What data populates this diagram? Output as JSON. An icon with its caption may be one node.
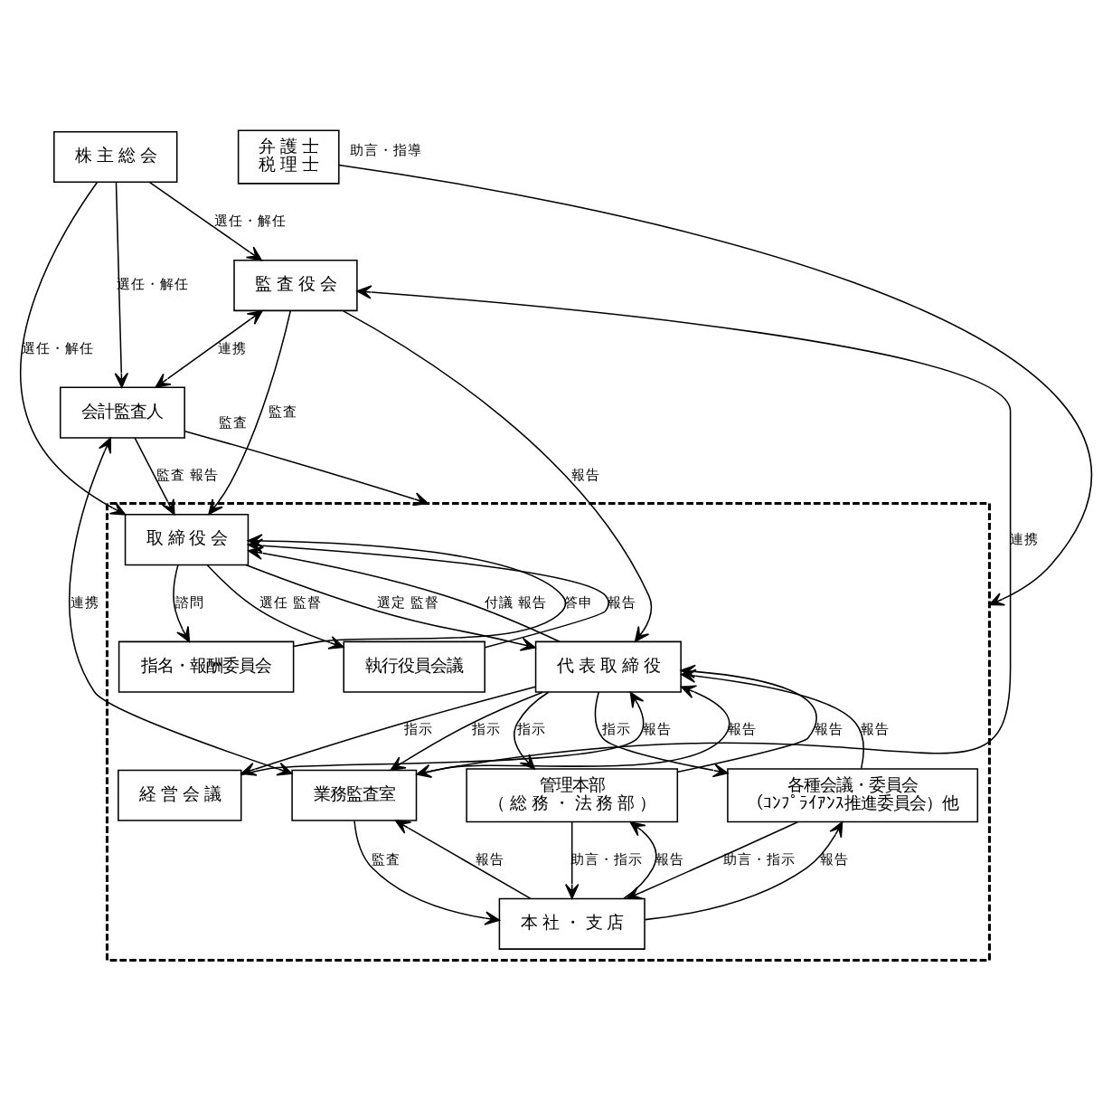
{
  "diagram": {
    "nodes": [
      {
        "text": [
          "株 主 総 会"
        ]
      },
      {
        "text": [
          "監 査 役 会"
        ]
      },
      {
        "text": [],
        "shape": "box"
      },
      {
        "text": [
          "取 締 役 会"
        ],
        "in": 2
      },
      {
        "text": [
          "会計監査人"
        ]
      },
      {
        "text": [
          "代 表 取 締 役"
        ],
        "in": 2
      },
      {
        "text": [
          "指名・報酬委員会"
        ],
        "in": 2
      },
      {
        "text": [
          "弁 護 士",
          "税 理 士"
        ]
      },
      {
        "text": [
          "執行役員会議"
        ],
        "in": 2
      },
      {
        "text": [
          "経 営 会 議"
        ],
        "in": 2
      },
      {
        "text": [
          "業務監査室"
        ],
        "in": 2
      },
      {
        "text": [
          "管理本部",
          "（ 総 務 ・ 法 務 部 ）"
        ],
        "in": 2
      },
      {
        "text": [
          "各種会議・委員会",
          "（ｺﾝﾌﾟﾗｲｱﾝｽ推進委員会）他"
        ],
        "in": 2
      },
      {
        "text": [
          "本 社 ・ 支 店"
        ],
        "in": 2
      }
    ],
    "edges": [
      {
        "from": 0,
        "to": 1,
        "arrow": "to",
        "label": "選任・解任"
      },
      {
        "from": 0,
        "to": 3,
        "arrow": "to",
        "label": "選任・解任"
      },
      {
        "from": 0,
        "to": 4,
        "arrow": "to",
        "label": "選任・解任"
      },
      {
        "from": 1,
        "to": 3,
        "arrow": "to",
        "label": "監査"
      },
      {
        "from": 4,
        "to": 3,
        "arrow": "to",
        "label": "監査 報告"
      },
      {
        "from": 4,
        "to": 2,
        "arrow": "to",
        "label": "監査"
      },
      {
        "from": 1,
        "to": 4,
        "arrow": "both",
        "label": "連携"
      },
      {
        "from": 1,
        "to": 5,
        "arrow": "to",
        "label": "報告"
      },
      {
        "from": 1,
        "to": 10,
        "arrow": "both",
        "label": "連携"
      },
      {
        "from": 3,
        "to": 5,
        "arrow": "to",
        "label": "選定 監督"
      },
      {
        "from": 5,
        "to": 3,
        "arrow": "to",
        "label": "付議 報告"
      },
      {
        "from": 3,
        "to": 8,
        "arrow": "to",
        "label": "選任 監督"
      },
      {
        "from": 8,
        "to": 3,
        "arrow": "to",
        "label": "報告"
      },
      {
        "from": 3,
        "to": 6,
        "arrow": "to",
        "label": "諮問"
      },
      {
        "from": 6,
        "to": 3,
        "arrow": "to",
        "label": "答申"
      },
      {
        "from": 7,
        "to": 2,
        "arrow": "to",
        "label": "助言・指導"
      },
      {
        "from": 5,
        "to": 10,
        "arrow": "to",
        "label": "指示"
      },
      {
        "from": 10,
        "to": 5,
        "arrow": "to",
        "label": "報告"
      },
      {
        "from": 5,
        "to": 9,
        "arrow": "to",
        "label": "指示"
      },
      {
        "from": 9,
        "to": 5,
        "arrow": "to",
        "label": "報告"
      },
      {
        "from": 4,
        "to": 10,
        "arrow": "both",
        "label": "連携"
      },
      {
        "from": 5,
        "to": 11,
        "arrow": "to",
        "label": "指示"
      },
      {
        "from": 11,
        "to": 5,
        "arrow": "to",
        "label": "報告"
      },
      {
        "from": 5,
        "to": 12,
        "arrow": "to",
        "label": "指示"
      },
      {
        "from": 12,
        "to": 5,
        "arrow": "to",
        "label": "報告"
      },
      {
        "from": 10,
        "to": 13,
        "arrow": "to",
        "label": "監査"
      },
      {
        "from": 13,
        "to": 10,
        "arrow": "to",
        "label": "報告"
      },
      {
        "from": 11,
        "to": 13,
        "arrow": "to",
        "label": "助言・指示"
      },
      {
        "from": 13,
        "to": 11,
        "arrow": "to",
        "label": "報告"
      },
      {
        "from": 12,
        "to": 13,
        "arrow": "to",
        "label": "助言・指示"
      },
      {
        "from": 13,
        "to": 12,
        "arrow": "to",
        "label": "報告"
      }
    ]
  }
}
